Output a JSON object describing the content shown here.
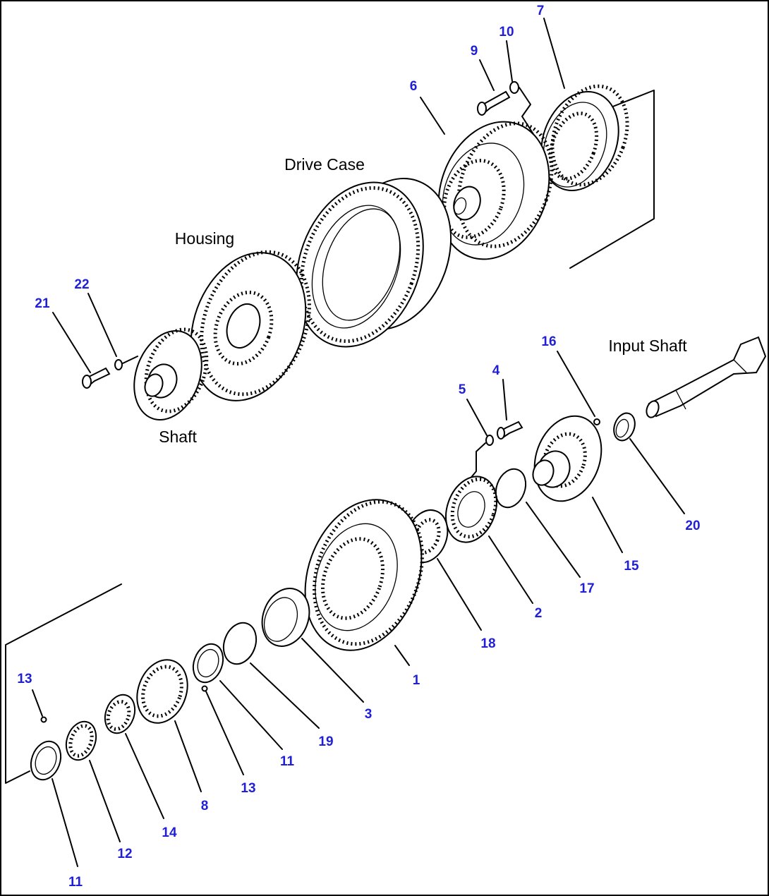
{
  "labels": {
    "drive_case": "Drive Case",
    "housing": "Housing",
    "shaft": "Shaft",
    "input_shaft": "Input Shaft"
  },
  "callouts": {
    "c1": "1",
    "c2": "2",
    "c3": "3",
    "c4": "4",
    "c5": "5",
    "c6": "6",
    "c7": "7",
    "c8": "8",
    "c9": "9",
    "c10": "10",
    "c11a": "11",
    "c11b": "11",
    "c12": "12",
    "c13a": "13",
    "c13b": "13",
    "c14": "14",
    "c15": "15",
    "c16": "16",
    "c17": "17",
    "c18": "18",
    "c19": "19",
    "c20": "20",
    "c21": "21",
    "c22": "22"
  },
  "colors": {
    "callout": "#1f1fd6",
    "line": "#000000",
    "background": "#ffffff"
  }
}
